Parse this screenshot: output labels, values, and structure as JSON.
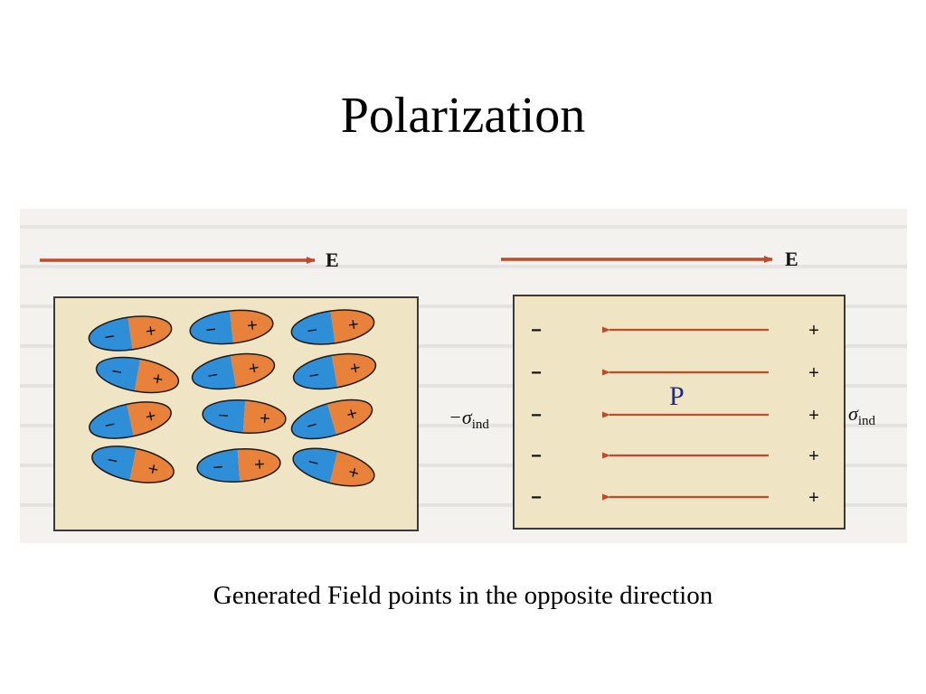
{
  "slide": {
    "title": "Polarization",
    "caption": "Generated Field points in the opposite direction"
  },
  "figure": {
    "field_label": "E",
    "polarization_label": "P",
    "minus_sign": "−",
    "plus_sign": "+",
    "neg_charge_label": "−σ",
    "pos_charge_label": "σ",
    "charge_subscript": "ind"
  },
  "colors": {
    "panel_fill": "#efe4c3",
    "arrow": "#c2492a",
    "dipole_negative": "#2e8fd8",
    "dipole_positive": "#e8823a",
    "polarization_label": "#1b2a8e"
  }
}
